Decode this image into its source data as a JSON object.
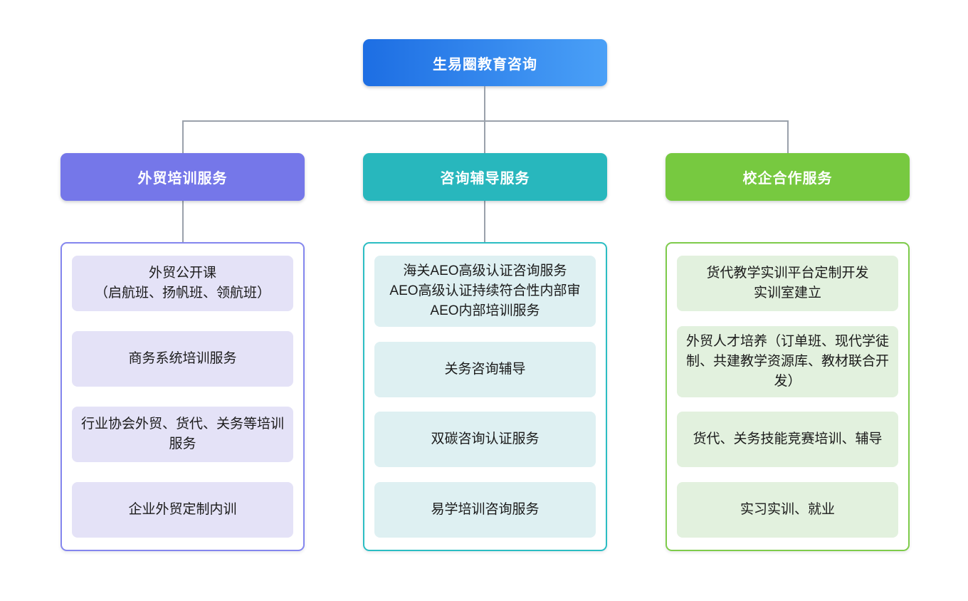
{
  "diagram": {
    "root": {
      "label": "生易圈教育咨询"
    },
    "branches": [
      {
        "label": "外贸培训服务",
        "items": [
          {
            "text": "外贸公开课\n（启航班、扬帆班、领航班）"
          },
          {
            "text": "商务系统培训服务"
          },
          {
            "text": "行业协会外贸、货代、关务等培训服务"
          },
          {
            "text": "企业外贸定制内训"
          }
        ]
      },
      {
        "label": "咨询辅导服务",
        "items": [
          {
            "text": "海关AEO高级认证咨询服务\nAEO高级认证持续符合性内部审\nAEO内部培训服务"
          },
          {
            "text": "关务咨询辅导"
          },
          {
            "text": "双碳咨询认证服务"
          },
          {
            "text": "易学培训咨询服务"
          }
        ]
      },
      {
        "label": "校企合作服务",
        "items": [
          {
            "text": "货代教学实训平台定制开发\n实训室建立"
          },
          {
            "text": "外贸人才培养（订单班、现代学徒制、共建教学资源库、教材联合开发）"
          },
          {
            "text": "货代、关务技能竞赛培训、辅导"
          },
          {
            "text": "实习实训、就业"
          }
        ]
      }
    ],
    "colors": {
      "root_gradient_start": "#1d6ee3",
      "root_gradient_end": "#4aa0f7",
      "branch_1": "#7577e9",
      "branch_2": "#28b7bd",
      "branch_3": "#77c940",
      "branch_1_border": "#8486ee",
      "branch_2_border": "#2bbdc3",
      "branch_3_border": "#7ecb4b",
      "branch_1_light": "#e4e2f7",
      "branch_2_light": "#def0f2",
      "branch_3_light": "#e2f1de",
      "connector": "#9aa1ab"
    }
  }
}
